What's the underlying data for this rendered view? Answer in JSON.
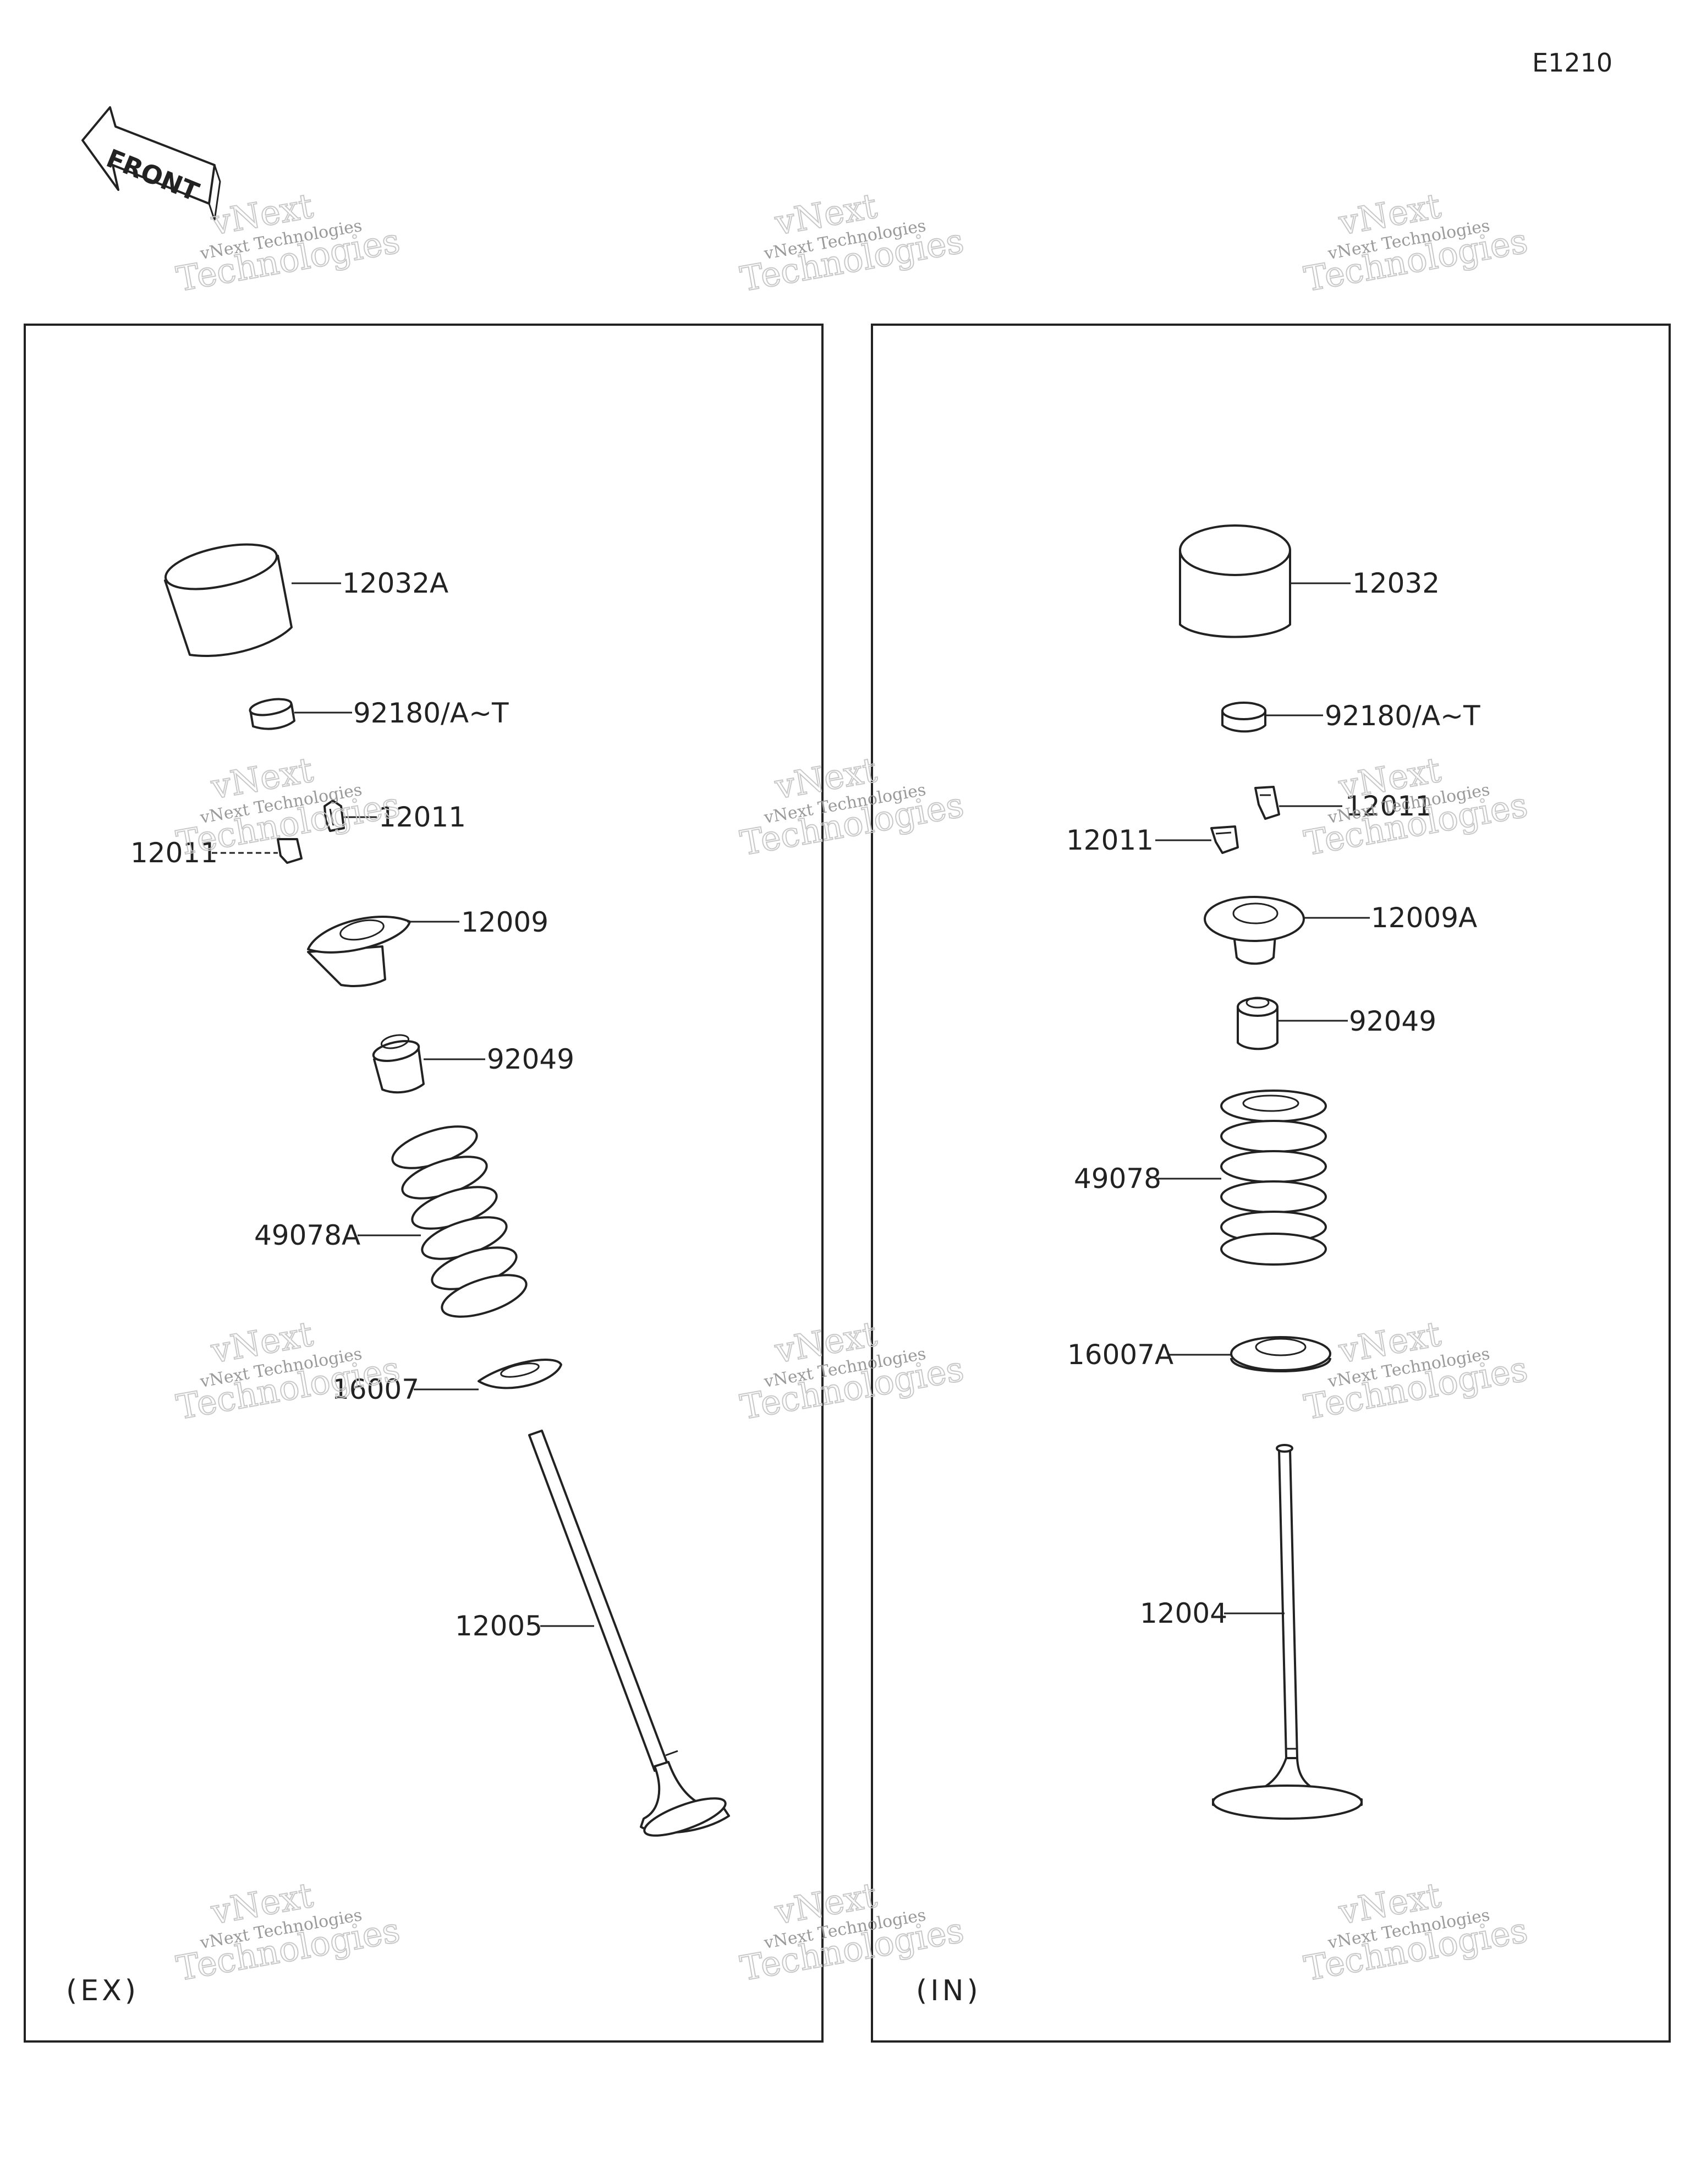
{
  "page_code": "E1210",
  "front_arrow_text": "FRONT",
  "watermark": {
    "small": "vNext Technologies",
    "top": "vNext",
    "bottom": "Technologies"
  },
  "panels": [
    {
      "tag": "(EX)",
      "labels": {
        "lifter": "12032A",
        "shim": "92180/A~T",
        "keeper_upper": "12011",
        "keeper_lower": "12011",
        "retainer": "12009",
        "seal": "92049",
        "spring": "49078A",
        "seat": "16007",
        "valve": "12005"
      }
    },
    {
      "tag": "(IN)",
      "labels": {
        "lifter": "12032",
        "shim": "92180/A~T",
        "keeper_upper": "12011",
        "keeper_lower": "12011",
        "retainer": "12009A",
        "seal": "92049",
        "spring": "49078",
        "seat": "16007A",
        "valve": "12004"
      }
    }
  ]
}
